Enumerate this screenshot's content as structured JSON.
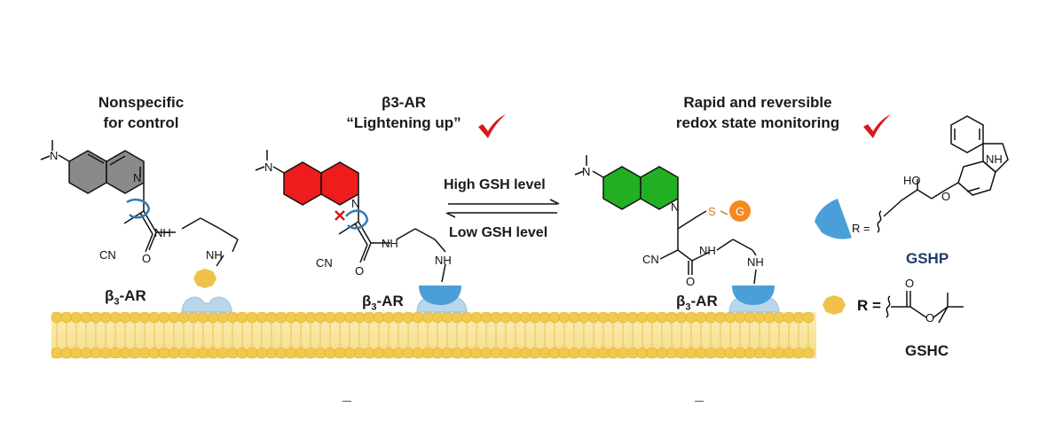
{
  "panels": {
    "left": {
      "title_line1": "Nonspecific",
      "title_line2": "for control",
      "receptor": "β",
      "receptor_sub": "3",
      "receptor_suffix": "-AR"
    },
    "middle": {
      "title_line1": "β3-AR",
      "title_line2": "“Lightening up”",
      "receptor": "β",
      "receptor_sub": "3",
      "receptor_suffix": "-AR"
    },
    "right": {
      "title_line1": "Rapid and reversible",
      "title_line2": "redox state monitoring",
      "receptor": "β",
      "receptor_sub": "3",
      "receptor_suffix": "-AR"
    }
  },
  "equilibrium": {
    "forward": "High GSH level",
    "reverse": "Low GSH level"
  },
  "atoms": {
    "N": "N",
    "NH": "NH",
    "O": "O",
    "CN": "CN",
    "HO": "HO",
    "S": "S",
    "G": "G",
    "R_eq": "R ="
  },
  "legend": {
    "gshp_name": "GSHP",
    "gshc_name": "GSHC"
  },
  "colors": {
    "quinoline_left": "#8a8a8a",
    "quinoline_middle": "#ee1c1c",
    "quinoline_right": "#22b022",
    "check": "#d7191c",
    "membrane_head": "#f2c94c",
    "pentagon": "#4a9fd8",
    "receptor": "#b9d6ea",
    "hexagon": "#f0c14b",
    "g_circle": "#f5891f",
    "sulfur": "#e07b1a",
    "gshp_label": "#1f3c6b"
  }
}
